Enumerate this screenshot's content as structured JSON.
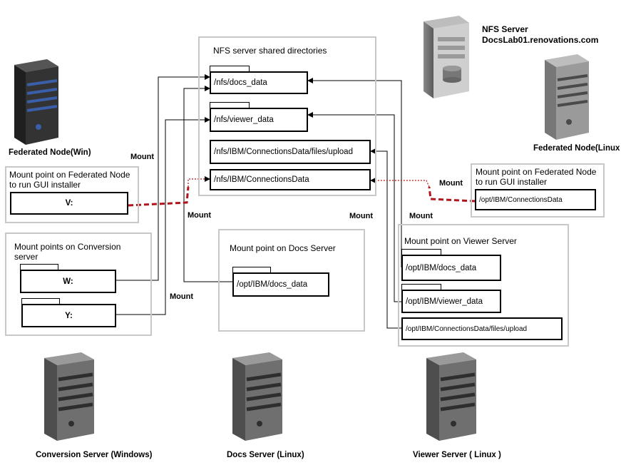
{
  "nfs_server": {
    "name": "NFS Server",
    "host": "DocsLab01.renovations.com",
    "panel_title": "NFS server shared directories",
    "directories": [
      "/nfs/docs_data",
      "/nfs/viewer_data",
      "/nfs/IBM/ConnectionsData/files/upload",
      "/nfs/IBM/ConnectionsData"
    ]
  },
  "federated_win": {
    "caption": "Federated Node(Win)",
    "panel_title": "Mount point on Federated Node to run GUI installer",
    "drive": "V:"
  },
  "federated_linux": {
    "caption": "Federated Node(Linux )",
    "panel_title": "Mount point on Federated Node to run GUI installer",
    "path": "/opt/IBM/ConnectionsData"
  },
  "conversion": {
    "caption": "Conversion Server (Windows)",
    "panel_title": "Mount points on Conversion server",
    "drives": [
      "W:",
      "Y:"
    ]
  },
  "docs": {
    "caption": "Docs Server (Linux)",
    "panel_title": "Mount point on Docs Server",
    "path": "/opt/IBM/docs_data"
  },
  "viewer": {
    "caption": "Viewer Server ( Linux )",
    "panel_title": "Mount point on Viewer Server",
    "paths": [
      "/opt/IBM/docs_data",
      "/opt/IBM/viewer_data",
      "/opt/IBM/ConnectionsData/files/upload"
    ]
  },
  "mount_labels": {
    "win": "Mount",
    "linux": "Mount",
    "docs": "Mount",
    "viewer_left": "Mount",
    "viewer_right": "Mount",
    "conversion": "Mount"
  },
  "colors": {
    "dashed_link": "#b0141c",
    "panel_border": "#c8c8c8",
    "server_body": "#3a3a3a",
    "server_stripe": "#2f4f8f"
  }
}
